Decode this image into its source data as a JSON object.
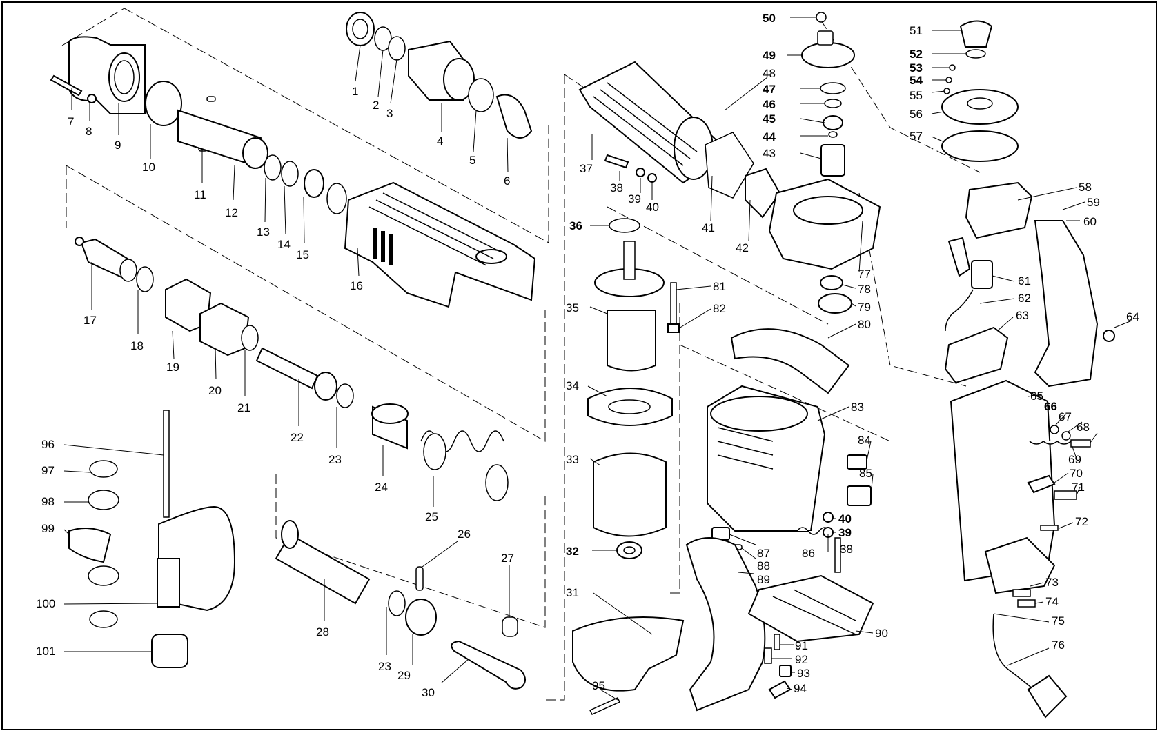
{
  "diagram": {
    "parts": [
      {
        "num": "1",
        "bold": false
      },
      {
        "num": "2",
        "bold": false
      },
      {
        "num": "3",
        "bold": false
      },
      {
        "num": "4",
        "bold": false
      },
      {
        "num": "5",
        "bold": false
      },
      {
        "num": "6",
        "bold": false
      },
      {
        "num": "7",
        "bold": false
      },
      {
        "num": "8",
        "bold": false
      },
      {
        "num": "9",
        "bold": false
      },
      {
        "num": "10",
        "bold": false
      },
      {
        "num": "11",
        "bold": false
      },
      {
        "num": "12",
        "bold": false
      },
      {
        "num": "13",
        "bold": false
      },
      {
        "num": "14",
        "bold": false
      },
      {
        "num": "15",
        "bold": false
      },
      {
        "num": "16",
        "bold": false
      },
      {
        "num": "17",
        "bold": false
      },
      {
        "num": "18",
        "bold": false
      },
      {
        "num": "19",
        "bold": false
      },
      {
        "num": "20",
        "bold": false
      },
      {
        "num": "21",
        "bold": false
      },
      {
        "num": "22",
        "bold": false
      },
      {
        "num": "23",
        "bold": false
      },
      {
        "num": "24",
        "bold": false
      },
      {
        "num": "25",
        "bold": false
      },
      {
        "num": "26",
        "bold": false
      },
      {
        "num": "27",
        "bold": false
      },
      {
        "num": "28",
        "bold": false
      },
      {
        "num": "23",
        "bold": false
      },
      {
        "num": "29",
        "bold": false
      },
      {
        "num": "30",
        "bold": false
      },
      {
        "num": "31",
        "bold": false
      },
      {
        "num": "32",
        "bold": true
      },
      {
        "num": "33",
        "bold": false
      },
      {
        "num": "34",
        "bold": false
      },
      {
        "num": "35",
        "bold": false
      },
      {
        "num": "36",
        "bold": true
      },
      {
        "num": "37",
        "bold": false
      },
      {
        "num": "38",
        "bold": false
      },
      {
        "num": "39",
        "bold": false
      },
      {
        "num": "40",
        "bold": false
      },
      {
        "num": "41",
        "bold": false
      },
      {
        "num": "42",
        "bold": false
      },
      {
        "num": "43",
        "bold": false
      },
      {
        "num": "44",
        "bold": true
      },
      {
        "num": "45",
        "bold": true
      },
      {
        "num": "46",
        "bold": true
      },
      {
        "num": "47",
        "bold": true
      },
      {
        "num": "48",
        "bold": false
      },
      {
        "num": "49",
        "bold": true
      },
      {
        "num": "50",
        "bold": true
      },
      {
        "num": "51",
        "bold": false
      },
      {
        "num": "52",
        "bold": true
      },
      {
        "num": "53",
        "bold": true
      },
      {
        "num": "54",
        "bold": true
      },
      {
        "num": "55",
        "bold": false
      },
      {
        "num": "56",
        "bold": false
      },
      {
        "num": "57",
        "bold": false
      },
      {
        "num": "58",
        "bold": false
      },
      {
        "num": "59",
        "bold": false
      },
      {
        "num": "60",
        "bold": false
      },
      {
        "num": "61",
        "bold": false
      },
      {
        "num": "62",
        "bold": false
      },
      {
        "num": "63",
        "bold": false
      },
      {
        "num": "64",
        "bold": false
      },
      {
        "num": "65",
        "bold": false
      },
      {
        "num": "66",
        "bold": true
      },
      {
        "num": "67",
        "bold": false
      },
      {
        "num": "68",
        "bold": false
      },
      {
        "num": "69",
        "bold": false
      },
      {
        "num": "70",
        "bold": false
      },
      {
        "num": "71",
        "bold": false
      },
      {
        "num": "72",
        "bold": false
      },
      {
        "num": "73",
        "bold": false
      },
      {
        "num": "74",
        "bold": false
      },
      {
        "num": "75",
        "bold": false
      },
      {
        "num": "76",
        "bold": false
      },
      {
        "num": "77",
        "bold": false
      },
      {
        "num": "78",
        "bold": false
      },
      {
        "num": "79",
        "bold": false
      },
      {
        "num": "80",
        "bold": false
      },
      {
        "num": "81",
        "bold": false
      },
      {
        "num": "82",
        "bold": false
      },
      {
        "num": "83",
        "bold": false
      },
      {
        "num": "84",
        "bold": false
      },
      {
        "num": "85",
        "bold": false
      },
      {
        "num": "40",
        "bold": true
      },
      {
        "num": "39",
        "bold": true
      },
      {
        "num": "38",
        "bold": false
      },
      {
        "num": "86",
        "bold": false
      },
      {
        "num": "87",
        "bold": false
      },
      {
        "num": "88",
        "bold": false
      },
      {
        "num": "89",
        "bold": false
      },
      {
        "num": "90",
        "bold": false
      },
      {
        "num": "91",
        "bold": false
      },
      {
        "num": "92",
        "bold": false
      },
      {
        "num": "93",
        "bold": false
      },
      {
        "num": "94",
        "bold": false
      },
      {
        "num": "95",
        "bold": false
      },
      {
        "num": "96",
        "bold": false
      },
      {
        "num": "97",
        "bold": false
      },
      {
        "num": "98",
        "bold": false
      },
      {
        "num": "99",
        "bold": false
      },
      {
        "num": "100",
        "bold": false
      },
      {
        "num": "101",
        "bold": false
      }
    ]
  }
}
